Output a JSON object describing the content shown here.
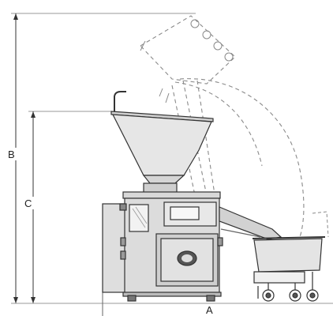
{
  "diagram": {
    "labels": {
      "dimension_a": "A",
      "dimension_b": "B",
      "dimension_c": "C"
    },
    "colors": {
      "line": "#333333",
      "dashed": "#8a8a8a",
      "machine_fill": "#dcdcdc",
      "machine_dark": "#bdbdbd",
      "hopper_fill": "#e6e6e6",
      "panel_fill": "#f2f2f2"
    }
  }
}
